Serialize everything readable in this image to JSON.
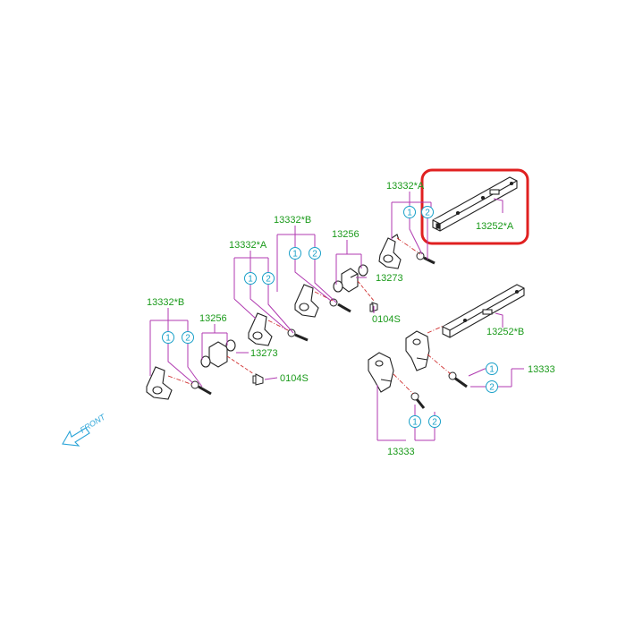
{
  "colors": {
    "part_label": "#1a9a1a",
    "leader": "#b03ab0",
    "callout": "#1aa0c8",
    "highlight": "#e02020",
    "linework": "#222222",
    "center_line": "#d03030",
    "front": "#2aa4d8"
  },
  "labels": {
    "p13332a_top": "13332*A",
    "p13252a": "13252*A",
    "p13332b_mid": "13332*B",
    "p13256_mid": "13256",
    "p13332a_mid": "13332*A",
    "p13273_mid": "13273",
    "p0104s_mid": "0104S",
    "p13252b": "13252*B",
    "p13332b_left": "13332*B",
    "p13256_left": "13256",
    "p13273_left": "13273",
    "p0104s_left": "0104S",
    "p13333_right": "13333",
    "p13333_bottom": "13333",
    "callout_1": "1",
    "callout_2": "2",
    "front": "FRONT"
  },
  "highlight": {
    "target": "13252*A"
  }
}
